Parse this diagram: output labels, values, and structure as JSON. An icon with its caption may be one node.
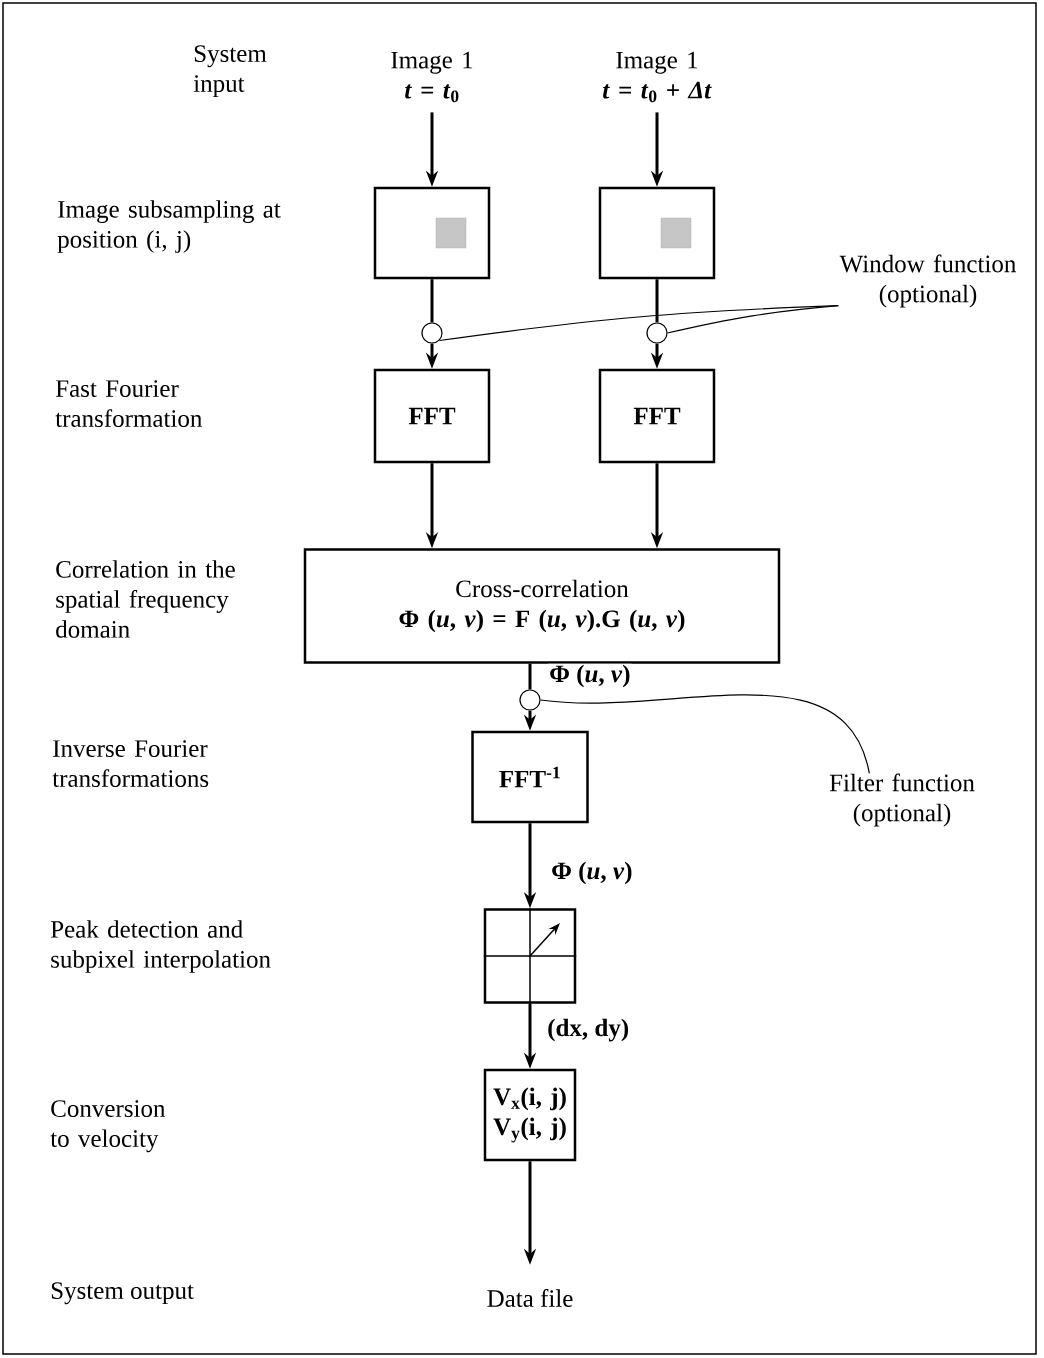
{
  "diagram": {
    "nodes": [
      {
        "text": [
          "Image 1",
          "*t* = *t*$_{0}$"
        ]
      },
      {
        "text": [
          "Image 1",
          "*t* = *t*$_{0}$ + *Δt*"
        ]
      },
      {
        "text": [],
        "shape": "box"
      },
      {
        "text": [],
        "shape": "box"
      },
      {
        "text": [
          "FFT"
        ]
      },
      {
        "text": [
          "FFT"
        ]
      },
      {
        "text": [
          "Cross-correlation",
          "Φ (*u*, *v*) = F (*u*, *v*).G (*u*, *v*)"
        ]
      },
      {
        "text": [
          "FFT$^{-1}$"
        ]
      },
      {
        "text": [],
        "shape": "box"
      },
      {
        "text": [
          "V$_{x}$(i, j) V$_{y}$(i, j)"
        ]
      },
      {
        "text": [
          "Data file"
        ]
      },
      {
        "text": [
          "Window function (optional)"
        ]
      },
      {
        "text": [],
        "shape": "circle"
      },
      {
        "text": [],
        "shape": "circle"
      },
      {
        "text": [
          "Filter function (optional)"
        ]
      },
      {
        "text": [],
        "shape": "circle"
      }
    ],
    "edges": [
      {
        "from": 0,
        "to": 2,
        "arrow": "to"
      },
      {
        "from": 1,
        "to": 3,
        "arrow": "to"
      },
      {
        "from": 2,
        "to": 12,
        "arrow": "none"
      },
      {
        "from": 12,
        "to": 4,
        "arrow": "to"
      },
      {
        "from": 3,
        "to": 13,
        "arrow": "none"
      },
      {
        "from": 13,
        "to": 5,
        "arrow": "to"
      },
      {
        "from": 4,
        "to": 6,
        "arrow": "to"
      },
      {
        "from": 5,
        "to": 6,
        "arrow": "to"
      },
      {
        "from": 6,
        "to": 15,
        "arrow": "none",
        "label": "Φ (*u*, *v*)"
      },
      {
        "from": 15,
        "to": 7,
        "arrow": "to"
      },
      {
        "from": 7,
        "to": 8,
        "arrow": "to",
        "label": "Φ (*u*, *v*)"
      },
      {
        "from": 8,
        "to": 9,
        "arrow": "to",
        "label": "(dx, dy)"
      },
      {
        "from": 9,
        "to": 10,
        "arrow": "to"
      },
      {
        "from": 11,
        "to": 12,
        "arrow": "none"
      },
      {
        "from": 11,
        "to": 13,
        "arrow": "none"
      },
      {
        "from": 14,
        "to": 15,
        "arrow": "none"
      }
    ],
    "labels": [
      "System input",
      "Image subsampling at position (i, j)",
      "Fast Fourier transformation",
      "Correlation in the spatial frequency domain",
      "Inverse Fourier transformations",
      "Peak detection and subpixel interpolation",
      "Conversion to velocity",
      "System output"
    ]
  }
}
